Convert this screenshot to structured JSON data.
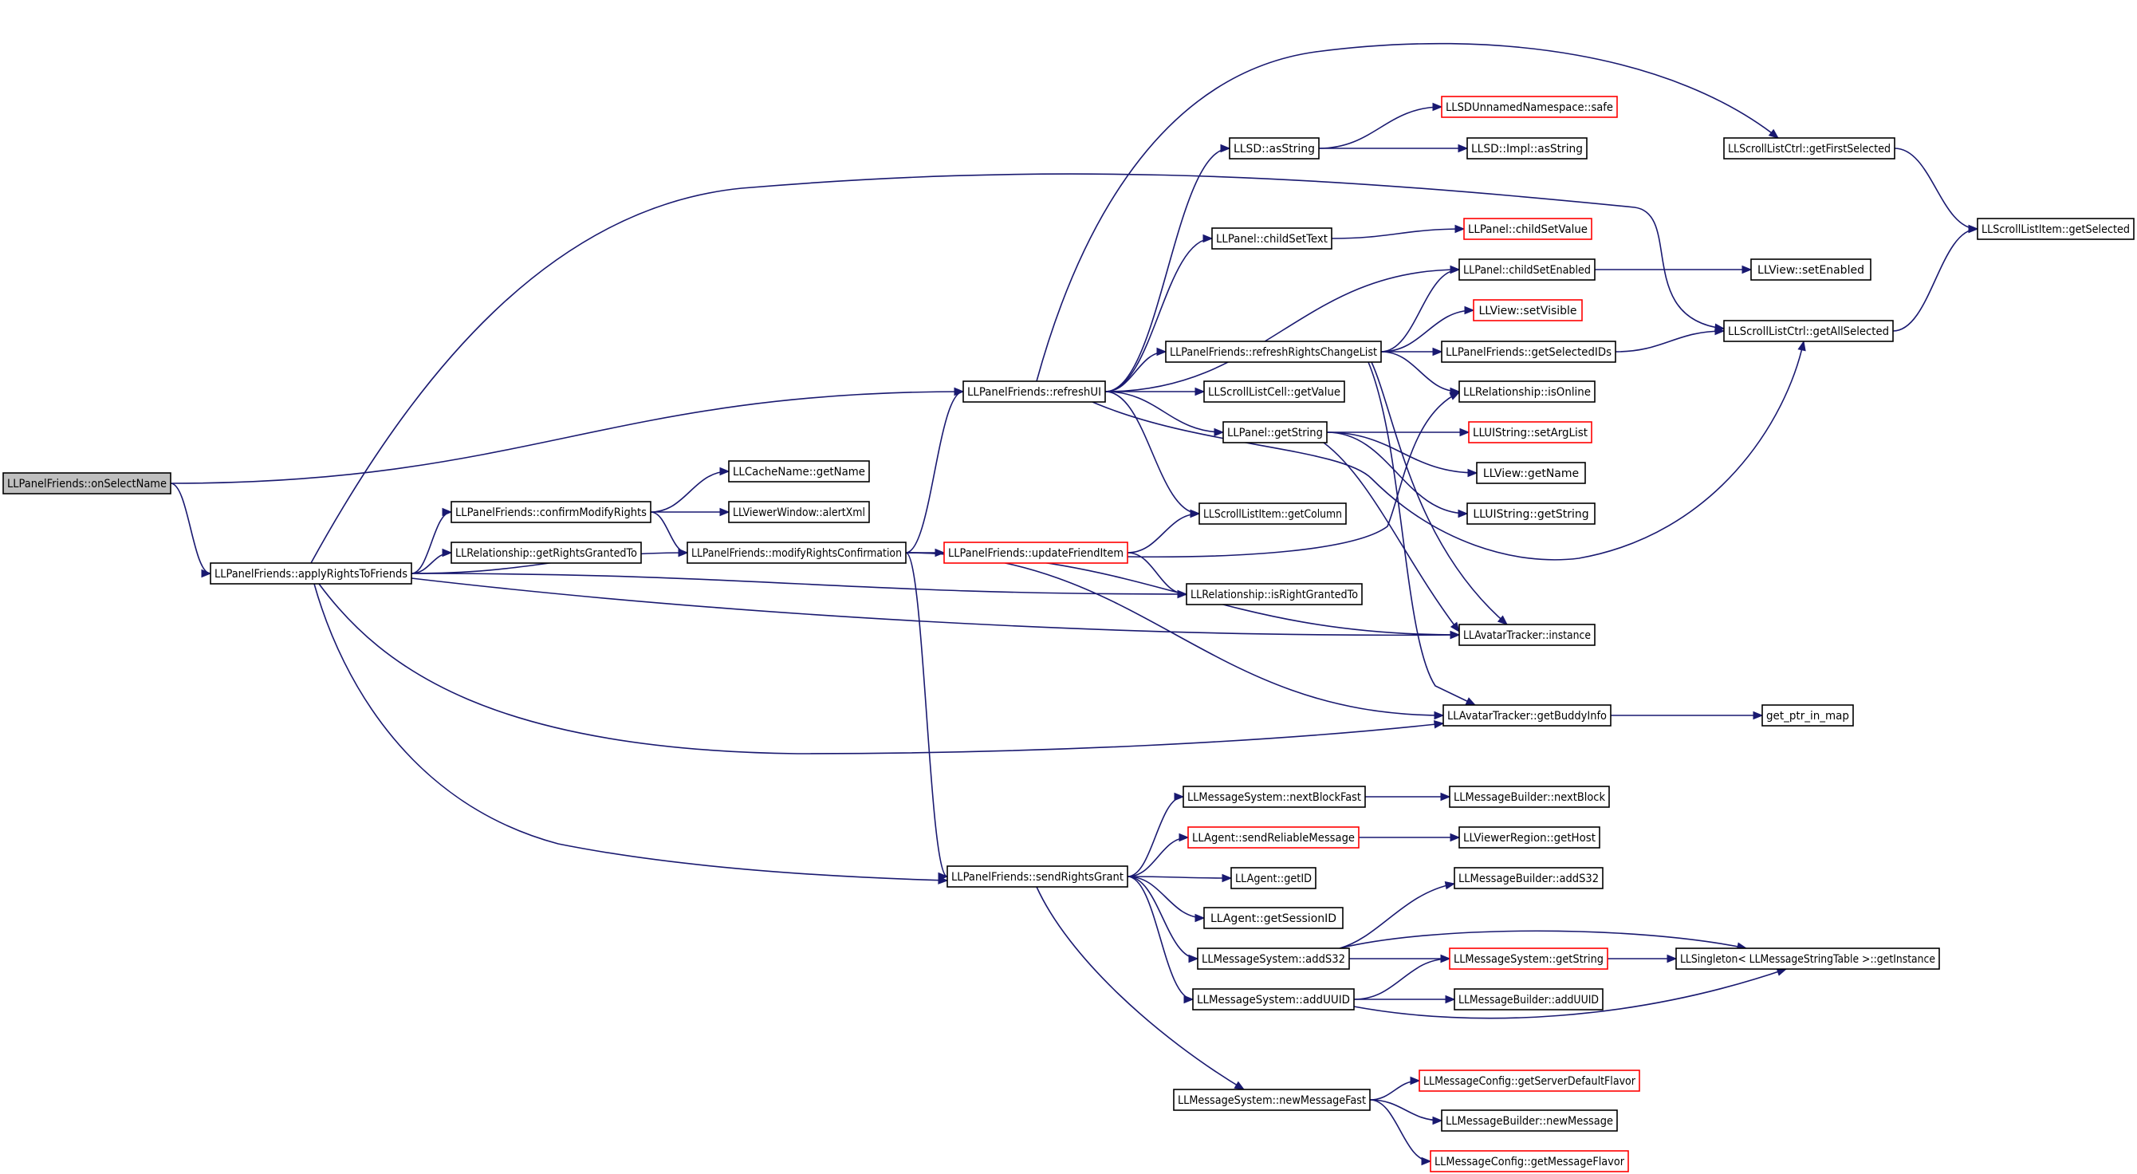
{
  "colors": {
    "edge": "#191970",
    "node_fill": "#ffffff",
    "node_border": "#000000",
    "root_fill": "#bfbfbf",
    "truncated_border": "#ff0000"
  },
  "nodes": [
    {
      "id": "root",
      "label": "LLPanelFriends::onSelectName",
      "kind": "root"
    },
    {
      "id": "applyRights",
      "label": "LLPanelFriends::applyRightsToFriends",
      "kind": "normal"
    },
    {
      "id": "confirmModify",
      "label": "LLPanelFriends::confirmModifyRights",
      "kind": "normal"
    },
    {
      "id": "relGetRights",
      "label": "LLRelationship::getRightsGrantedTo",
      "kind": "normal"
    },
    {
      "id": "cacheGetName",
      "label": "LLCacheName::getName",
      "kind": "normal"
    },
    {
      "id": "alertXml",
      "label": "LLViewerWindow::alertXml",
      "kind": "normal"
    },
    {
      "id": "modifyConf",
      "label": "LLPanelFriends::modifyRightsConfirmation",
      "kind": "normal"
    },
    {
      "id": "refreshUI",
      "label": "LLPanelFriends::refreshUI",
      "kind": "normal"
    },
    {
      "id": "updateFriend",
      "label": "LLPanelFriends::updateFriendItem",
      "kind": "truncated"
    },
    {
      "id": "sendRights",
      "label": "LLPanelFriends::sendRightsGrant",
      "kind": "normal"
    },
    {
      "id": "sdAsString",
      "label": "LLSD::asString",
      "kind": "normal"
    },
    {
      "id": "unnamedSafe",
      "label": "LLSDUnnamedNamespace::safe",
      "kind": "truncated"
    },
    {
      "id": "implAsString",
      "label": "LLSD::Impl::asString",
      "kind": "normal"
    },
    {
      "id": "childSetText",
      "label": "LLPanel::childSetText",
      "kind": "normal"
    },
    {
      "id": "childSetValue",
      "label": "LLPanel::childSetValue",
      "kind": "truncated"
    },
    {
      "id": "childSetEnabled",
      "label": "LLPanel::childSetEnabled",
      "kind": "normal"
    },
    {
      "id": "viewSetEnabled",
      "label": "LLView::setEnabled",
      "kind": "normal"
    },
    {
      "id": "viewSetVisible",
      "label": "LLView::setVisible",
      "kind": "truncated"
    },
    {
      "id": "refreshChange",
      "label": "LLPanelFriends::refreshRightsChangeList",
      "kind": "normal"
    },
    {
      "id": "getSelectedIDs",
      "label": "LLPanelFriends::getSelectedIDs",
      "kind": "normal"
    },
    {
      "id": "getFirstSelected",
      "label": "LLScrollListCtrl::getFirstSelected",
      "kind": "normal"
    },
    {
      "id": "itemGetSelected",
      "label": "LLScrollListItem::getSelected",
      "kind": "normal"
    },
    {
      "id": "getAllSelected",
      "label": "LLScrollListCtrl::getAllSelected",
      "kind": "normal"
    },
    {
      "id": "cellGetValue",
      "label": "LLScrollListCell::getValue",
      "kind": "normal"
    },
    {
      "id": "isOnline",
      "label": "LLRelationship::isOnline",
      "kind": "normal"
    },
    {
      "id": "panelGetString",
      "label": "LLPanel::getString",
      "kind": "normal"
    },
    {
      "id": "setArgList",
      "label": "LLUIString::setArgList",
      "kind": "truncated"
    },
    {
      "id": "viewGetName",
      "label": "LLView::getName",
      "kind": "normal"
    },
    {
      "id": "uiGetString",
      "label": "LLUIString::getString",
      "kind": "normal"
    },
    {
      "id": "getColumn",
      "label": "LLScrollListItem::getColumn",
      "kind": "normal"
    },
    {
      "id": "isRightGranted",
      "label": "LLRelationship::isRightGrantedTo",
      "kind": "normal"
    },
    {
      "id": "trackerInstance",
      "label": "LLAvatarTracker::instance",
      "kind": "normal"
    },
    {
      "id": "getBuddyInfo",
      "label": "LLAvatarTracker::getBuddyInfo",
      "kind": "normal"
    },
    {
      "id": "getPtrInMap",
      "label": "get_ptr_in_map",
      "kind": "normal"
    },
    {
      "id": "nextBlockFast",
      "label": "LLMessageSystem::nextBlockFast",
      "kind": "normal"
    },
    {
      "id": "mbNextBlock",
      "label": "LLMessageBuilder::nextBlock",
      "kind": "normal"
    },
    {
      "id": "sendReliable",
      "label": "LLAgent::sendReliableMessage",
      "kind": "truncated"
    },
    {
      "id": "getHost",
      "label": "LLViewerRegion::getHost",
      "kind": "normal"
    },
    {
      "id": "agentGetID",
      "label": "LLAgent::getID",
      "kind": "normal"
    },
    {
      "id": "getSessionID",
      "label": "LLAgent::getSessionID",
      "kind": "normal"
    },
    {
      "id": "mbAddS32",
      "label": "LLMessageBuilder::addS32",
      "kind": "normal"
    },
    {
      "id": "msAddS32",
      "label": "LLMessageSystem::addS32",
      "kind": "normal"
    },
    {
      "id": "msGetString",
      "label": "LLMessageSystem::getString",
      "kind": "truncated"
    },
    {
      "id": "singleton",
      "label": "LLSingleton< LLMessageStringTable >::getInstance",
      "kind": "normal"
    },
    {
      "id": "msAddUUID",
      "label": "LLMessageSystem::addUUID",
      "kind": "normal"
    },
    {
      "id": "mbAddUUID",
      "label": "LLMessageBuilder::addUUID",
      "kind": "normal"
    },
    {
      "id": "newMsgFast",
      "label": "LLMessageSystem::newMessageFast",
      "kind": "normal"
    },
    {
      "id": "serverFlavor",
      "label": "LLMessageConfig::getServerDefaultFlavor",
      "kind": "truncated"
    },
    {
      "id": "mbNewMessage",
      "label": "LLMessageBuilder::newMessage",
      "kind": "normal"
    },
    {
      "id": "msgFlavor",
      "label": "LLMessageConfig::getMessageFlavor",
      "kind": "truncated"
    }
  ],
  "edges": [
    [
      "root",
      "refreshUI"
    ],
    [
      "root",
      "applyRights"
    ],
    [
      "applyRights",
      "confirmModify"
    ],
    [
      "applyRights",
      "relGetRights"
    ],
    [
      "applyRights",
      "modifyConf"
    ],
    [
      "applyRights",
      "getAllSelected"
    ],
    [
      "applyRights",
      "isRightGranted"
    ],
    [
      "applyRights",
      "trackerInstance"
    ],
    [
      "applyRights",
      "getBuddyInfo"
    ],
    [
      "applyRights",
      "sendRights"
    ],
    [
      "confirmModify",
      "cacheGetName"
    ],
    [
      "confirmModify",
      "alertXml"
    ],
    [
      "confirmModify",
      "modifyConf"
    ],
    [
      "modifyConf",
      "refreshUI"
    ],
    [
      "modifyConf",
      "updateFriend"
    ],
    [
      "modifyConf",
      "trackerInstance"
    ],
    [
      "modifyConf",
      "getBuddyInfo"
    ],
    [
      "modifyConf",
      "sendRights"
    ],
    [
      "refreshUI",
      "sdAsString"
    ],
    [
      "refreshUI",
      "getFirstSelected"
    ],
    [
      "refreshUI",
      "childSetText"
    ],
    [
      "refreshUI",
      "childSetEnabled"
    ],
    [
      "refreshUI",
      "refreshChange"
    ],
    [
      "refreshUI",
      "cellGetValue"
    ],
    [
      "refreshUI",
      "panelGetString"
    ],
    [
      "refreshUI",
      "getColumn"
    ],
    [
      "refreshUI",
      "getAllSelected"
    ],
    [
      "sdAsString",
      "unnamedSafe"
    ],
    [
      "sdAsString",
      "implAsString"
    ],
    [
      "childSetText",
      "childSetValue"
    ],
    [
      "childSetEnabled",
      "viewSetEnabled"
    ],
    [
      "refreshChange",
      "childSetEnabled"
    ],
    [
      "refreshChange",
      "viewSetVisible"
    ],
    [
      "refreshChange",
      "getSelectedIDs"
    ],
    [
      "refreshChange",
      "isOnline"
    ],
    [
      "refreshChange",
      "trackerInstance"
    ],
    [
      "refreshChange",
      "getBuddyInfo"
    ],
    [
      "getSelectedIDs",
      "getAllSelected"
    ],
    [
      "getFirstSelected",
      "itemGetSelected"
    ],
    [
      "getAllSelected",
      "itemGetSelected"
    ],
    [
      "panelGetString",
      "setArgList"
    ],
    [
      "panelGetString",
      "viewGetName"
    ],
    [
      "panelGetString",
      "uiGetString"
    ],
    [
      "panelGetString",
      "trackerInstance"
    ],
    [
      "updateFriend",
      "getColumn"
    ],
    [
      "updateFriend",
      "isRightGranted"
    ],
    [
      "updateFriend",
      "isOnline"
    ],
    [
      "getBuddyInfo",
      "getPtrInMap"
    ],
    [
      "sendRights",
      "nextBlockFast"
    ],
    [
      "sendRights",
      "sendReliable"
    ],
    [
      "sendRights",
      "agentGetID"
    ],
    [
      "sendRights",
      "getSessionID"
    ],
    [
      "sendRights",
      "msAddS32"
    ],
    [
      "sendRights",
      "msAddUUID"
    ],
    [
      "sendRights",
      "newMsgFast"
    ],
    [
      "nextBlockFast",
      "mbNextBlock"
    ],
    [
      "sendReliable",
      "getHost"
    ],
    [
      "msAddS32",
      "mbAddS32"
    ],
    [
      "msAddS32",
      "msGetString"
    ],
    [
      "msAddS32",
      "singleton"
    ],
    [
      "msGetString",
      "singleton"
    ],
    [
      "msAddUUID",
      "msGetString"
    ],
    [
      "msAddUUID",
      "mbAddUUID"
    ],
    [
      "msAddUUID",
      "singleton"
    ],
    [
      "newMsgFast",
      "serverFlavor"
    ],
    [
      "newMsgFast",
      "mbNewMessage"
    ],
    [
      "newMsgFast",
      "msgFlavor"
    ]
  ]
}
